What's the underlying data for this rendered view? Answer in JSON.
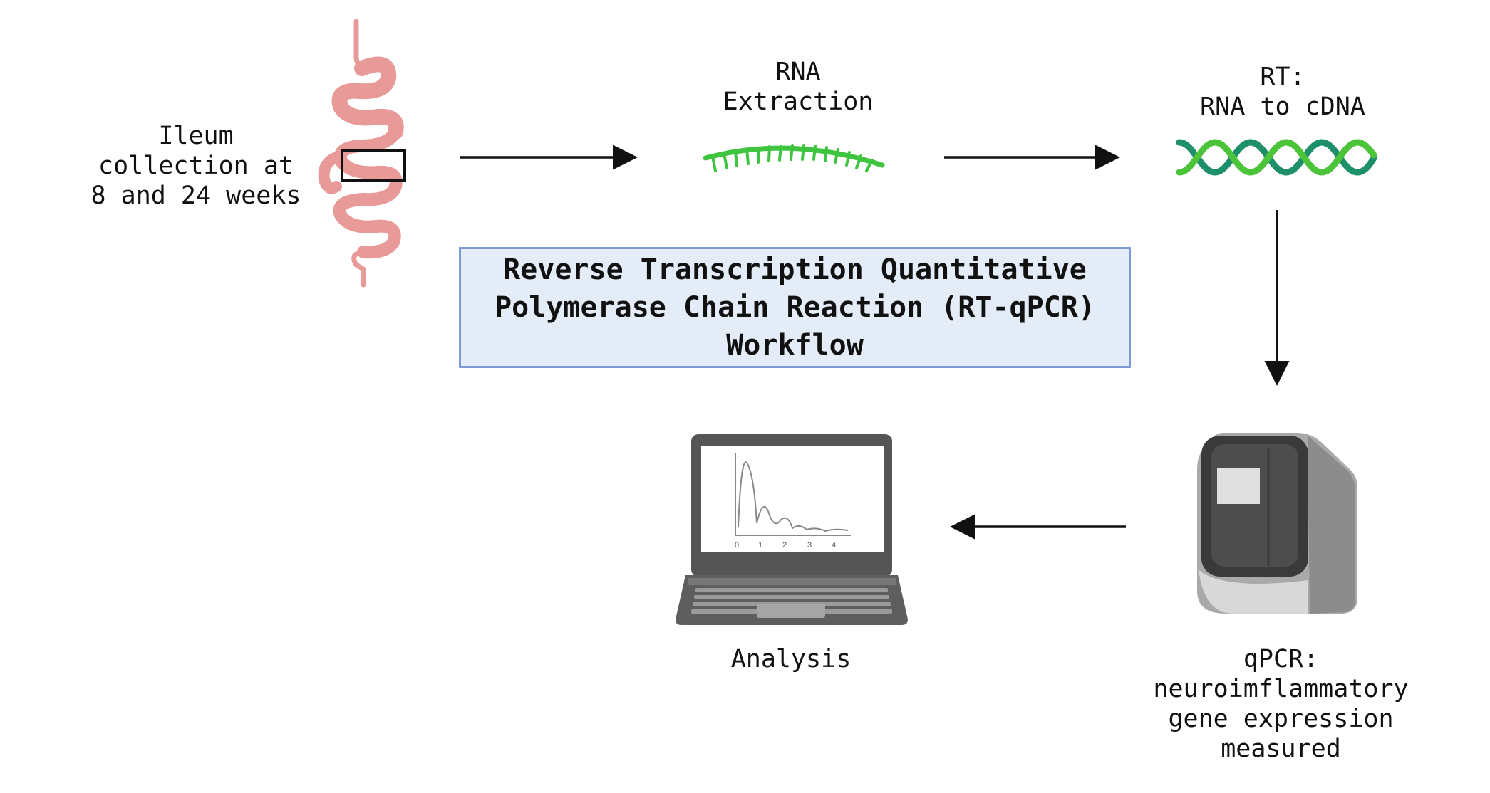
{
  "title": "Reverse Transcription Quantitative\nPolymerase Chain Reaction (RT-qPCR)\nWorkflow",
  "steps": {
    "ileum": {
      "label": "Ileum\ncollection at\n8 and 24 weeks",
      "icon": "intestine-icon"
    },
    "rna_extraction": {
      "label": "RNA\nExtraction",
      "icon": "rna-strand-icon"
    },
    "rt": {
      "label": "RT:\nRNA to cDNA",
      "icon": "dna-helix-icon"
    },
    "qpcr": {
      "label": "qPCR:\nneuroimflammatory\ngene expression\nmeasured",
      "icon": "qpcr-machine-icon"
    },
    "analysis": {
      "label": "Analysis",
      "icon": "laptop-icon"
    }
  },
  "laptop_plot": {
    "tick_labels": [
      "0",
      "1",
      "2",
      "3",
      "4"
    ]
  },
  "colors": {
    "intestine": "#e89a98",
    "rna": "#3ec43e",
    "dna_dark": "#1d8f6a",
    "dna_light": "#4cc43a",
    "title_box_fill": "#e4ecf8",
    "title_box_border": "#7d9bd3",
    "arrow": "#111111"
  }
}
